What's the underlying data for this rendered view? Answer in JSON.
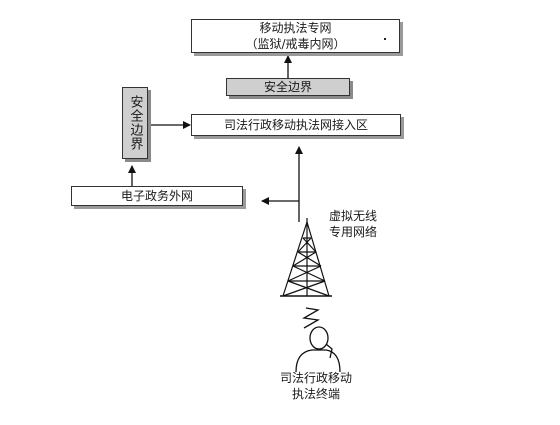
{
  "nodes": {
    "mobile_private_net": {
      "line1": "移动执法专网",
      "line2": "（监狱/戒毒内网）"
    },
    "security_border_top": "安全边界",
    "access_zone": "司法行政移动执法网接入区",
    "security_border_left": "安全边界",
    "egov_extranet": "电子政务外网"
  },
  "labels": {
    "vpdn": {
      "line1": "虚拟无线",
      "line2": "专用网络"
    },
    "terminal": {
      "line1": "司法行政移动",
      "line2": "执法终端"
    }
  },
  "icons": [
    "cell-tower-icon",
    "mobile-user-icon"
  ]
}
